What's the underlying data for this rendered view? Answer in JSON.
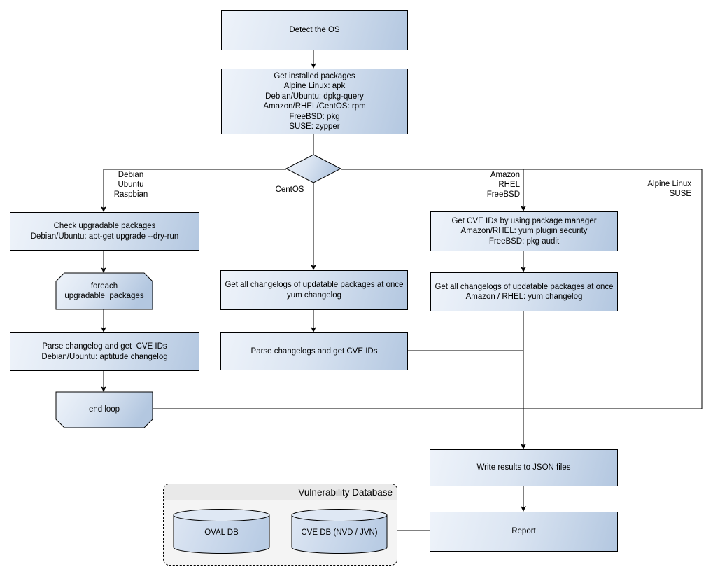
{
  "nodes": {
    "detect_os": "Detect the OS",
    "get_installed_packages": "Get installed packages\nAlpine Linux: apk\nDebian/Ubuntu: dpkg-query\nAmazon/RHEL/CentOS: rpm\nFreeBSD: pkg\nSUSE: zypper",
    "check_upgradable": "Check upgradable packages\nDebian/Ubuntu: apt-get upgrade --dry-run",
    "foreach_loop": "foreach\nupgradable  packages",
    "parse_changelog_deb": "Parse changelog and get  CVE IDs\nDebian/Ubuntu: aptitude changelog",
    "end_loop": "end loop",
    "get_changelogs_centos": "Get all changelogs of updatable packages at once\nyum changelog",
    "parse_changelogs_centos": "Parse changelogs and get CVE IDs",
    "get_cve_ids_pkg_manager": "Get CVE IDs by using package manager\nAmazon/RHEL: yum plugin security\nFreeBSD: pkg audit",
    "get_changelogs_amazon": "Get all changelogs of updatable packages at once\nAmazon / RHEL: yum changelog",
    "write_results": "Write results to JSON files",
    "report": "Report"
  },
  "branch_labels": {
    "left": "Debian\nUbuntu\nRaspbian",
    "center": "CentOS",
    "right": "Amazon\nRHEL\nFreeBSD",
    "far_right": "Alpine Linux\nSUSE"
  },
  "database": {
    "title": "Vulnerability Database",
    "cylinders": [
      {
        "label": "OVAL DB"
      },
      {
        "label": "CVE DB (NVD / JVN)"
      }
    ]
  },
  "colors": {
    "node_gradient_start": "#eef3fa",
    "node_gradient_end": "#b3c7e0",
    "border": "#000000",
    "db_panel_fill": "#f4f4f4",
    "db_panel_header": "#e9e9e9",
    "cylinder_top": "#dfe8f4"
  }
}
